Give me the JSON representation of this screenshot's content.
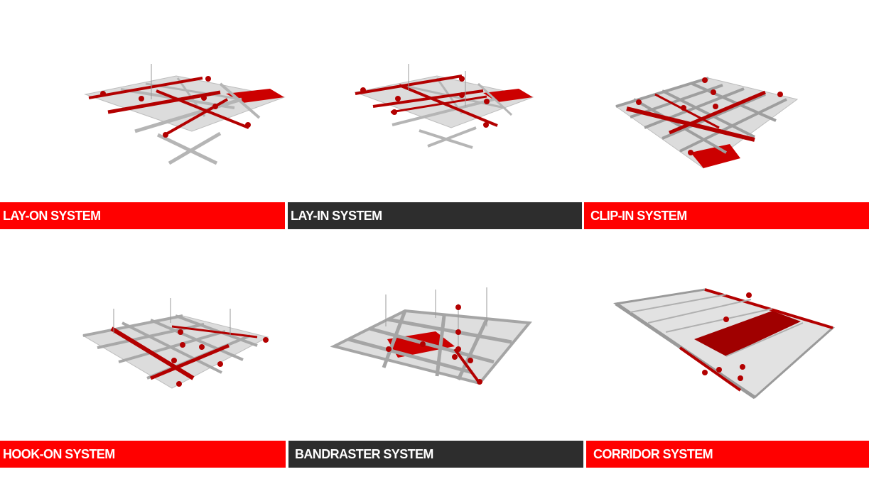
{
  "colors": {
    "red": "#ff0000",
    "dark": "#2d2d2d",
    "panel": "#d9d9d9",
    "profile": "#b6b6b6",
    "accent": "#b30000"
  },
  "systems": [
    {
      "label": "LAY-ON SYSTEM",
      "banner_color": "red",
      "illustration": "lay-on-ceiling-grid"
    },
    {
      "label": "LAY-IN SYSTEM",
      "banner_color": "dark",
      "illustration": "lay-in-ceiling-grid"
    },
    {
      "label": "CLIP-IN SYSTEM",
      "banner_color": "red",
      "illustration": "clip-in-ceiling-grid"
    },
    {
      "label": "HOOK-ON SYSTEM",
      "banner_color": "red",
      "illustration": "hook-on-ceiling-grid"
    },
    {
      "label": "BANDRASTER SYSTEM",
      "banner_color": "dark",
      "illustration": "bandraster-ceiling-grid"
    },
    {
      "label": "CORRIDOR SYSTEM",
      "banner_color": "red",
      "illustration": "corridor-ceiling"
    }
  ]
}
